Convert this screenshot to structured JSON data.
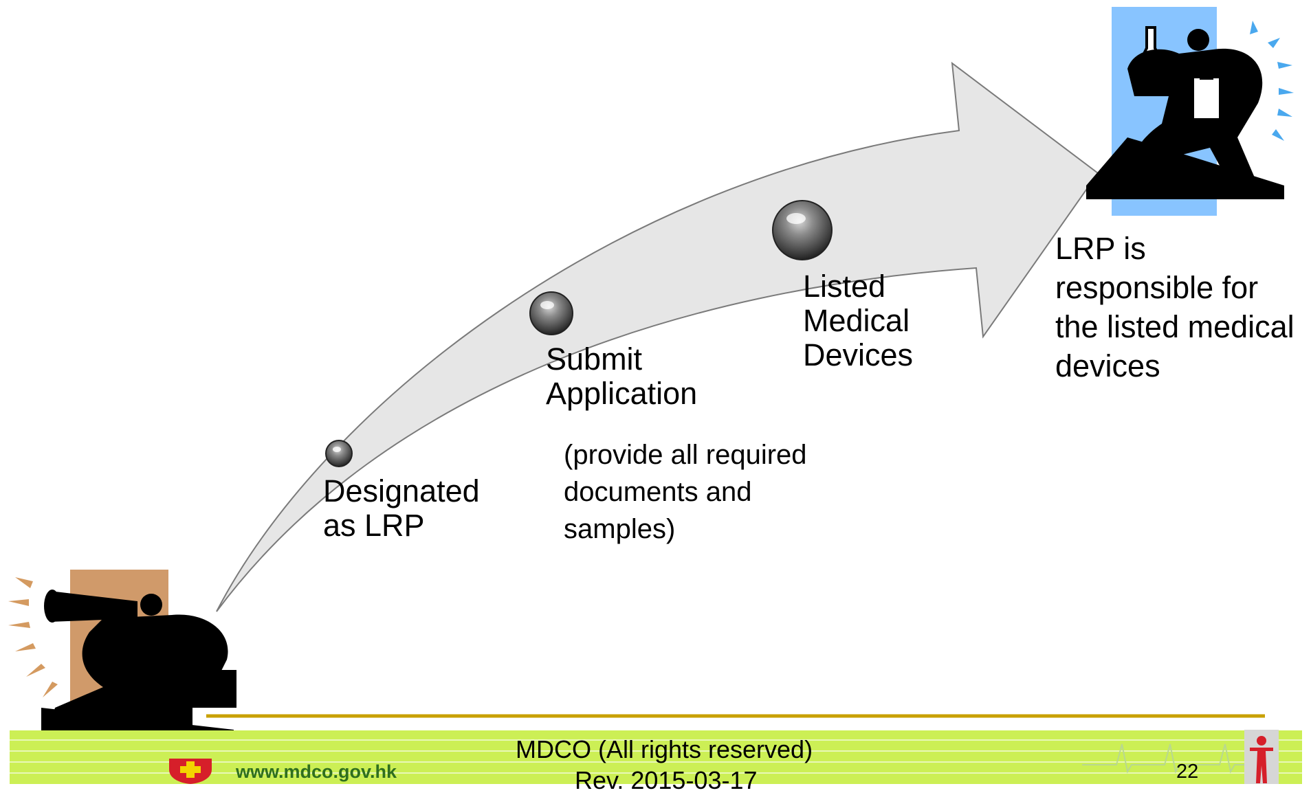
{
  "steps": [
    {
      "label_line1": "Designated",
      "label_line2": "as LRP"
    },
    {
      "label_line1": "Submit",
      "label_line2": "Application"
    },
    {
      "label_line1": "Listed",
      "label_line2": "Medical",
      "label_line3": "Devices"
    }
  ],
  "note": {
    "line1": "(provide all required",
    "line2": "documents and",
    "line3": "samples)"
  },
  "result": {
    "line1": "LRP is",
    "line2": "responsible for",
    "line3": "the listed medical",
    "line4": "devices"
  },
  "footer": {
    "website": "www.mdco.gov.hk",
    "rights": "MDCO (All rights reserved)",
    "revision": "Rev. 2015-03-17",
    "page_number": "22"
  },
  "colors": {
    "arrow_fill": "#e6e6e6",
    "left_figure_bg": "#d09a6a",
    "right_figure_bg": "#88c4ff",
    "footer_line": "#c8a000",
    "footer_band": "#ccef55",
    "website_text": "#2f6f1f",
    "sparkle_left": "#d49a60",
    "sparkle_right": "#4aa8ee"
  },
  "icons": {
    "left_figure": "businessman-with-megaphone-icon",
    "right_figure": "scientist-with-flask-icon",
    "footer_left_logo": "red-cross-shield-icon",
    "footer_right_logo": "health-department-figure-icon"
  }
}
